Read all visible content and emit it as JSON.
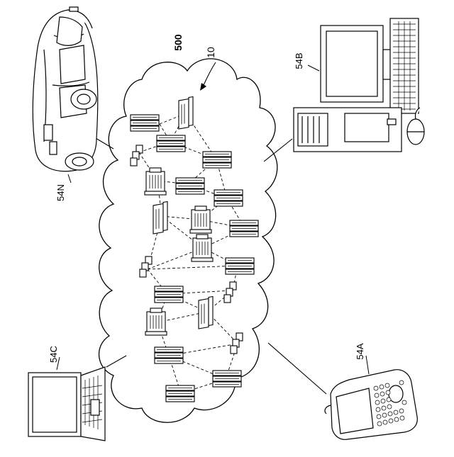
{
  "labels": {
    "cloud": "500",
    "network_ref": "10",
    "device_car": "54N",
    "device_desktop": "54B",
    "device_laptop": "54C",
    "device_phone": "54A"
  }
}
